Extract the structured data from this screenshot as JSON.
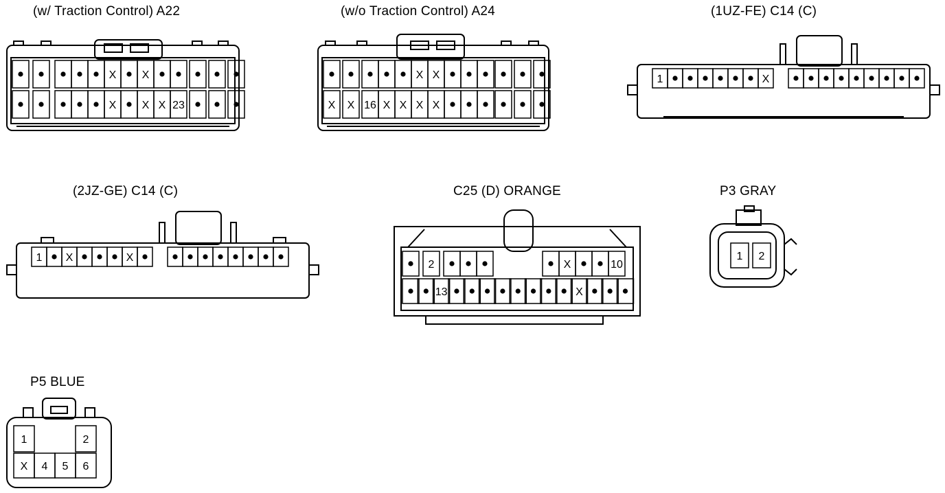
{
  "colors": {
    "line": "#000000",
    "background": "#ffffff"
  },
  "connectors": [
    {
      "id": "a22",
      "label": "(w/ Traction Control)  A22",
      "rows": [
        [
          ".",
          ".",
          ".",
          ".",
          ".",
          "X",
          ".",
          "X",
          ".",
          ".",
          ".",
          ".",
          "."
        ],
        [
          ".",
          ".",
          ".",
          ".",
          ".",
          "X",
          ".",
          "X",
          "X",
          "23",
          ".",
          ".",
          "."
        ]
      ]
    },
    {
      "id": "a24",
      "label": "(w/o Traction Control)  A24",
      "rows": [
        [
          ".",
          ".",
          ".",
          ".",
          ".",
          "X",
          "X",
          ".",
          ".",
          ".",
          ".",
          ".",
          "."
        ],
        [
          "X",
          "X",
          "16",
          "X",
          "X",
          "X",
          "X",
          ".",
          ".",
          ".",
          ".",
          ".",
          "."
        ]
      ]
    },
    {
      "id": "c14-1uz",
      "label": "(1UZ-FE)  C14 (C)",
      "rows": [
        [
          "1",
          ".",
          ".",
          ".",
          ".",
          ".",
          ".",
          "X",
          ".",
          ".",
          ".",
          ".",
          ".",
          ".",
          ".",
          ".",
          "."
        ]
      ]
    },
    {
      "id": "c14-2jz",
      "label": "(2JZ-GE)  C14 (C)",
      "rows": [
        [
          "1",
          ".",
          "X",
          ".",
          ".",
          ".",
          "X",
          ".",
          ".",
          ".",
          ".",
          ".",
          ".",
          ".",
          ".",
          "."
        ]
      ]
    },
    {
      "id": "c25",
      "label": "C25 (D)  ORANGE",
      "rows": [
        [
          ".",
          "2",
          ".",
          ".",
          ".",
          ".",
          "X",
          ".",
          ".",
          "10"
        ],
        [
          ".",
          ".",
          "13",
          ".",
          ".",
          ".",
          ".",
          ".",
          ".",
          ".",
          ".",
          "X",
          ".",
          ".",
          "."
        ]
      ]
    },
    {
      "id": "p3",
      "label": "P3  GRAY",
      "rows": [
        [
          "1",
          "2"
        ]
      ]
    },
    {
      "id": "p5",
      "label": "P5  BLUE",
      "rows": [
        [
          "1",
          "",
          "",
          "2"
        ],
        [
          "X",
          "4",
          "5",
          "6"
        ]
      ]
    }
  ]
}
